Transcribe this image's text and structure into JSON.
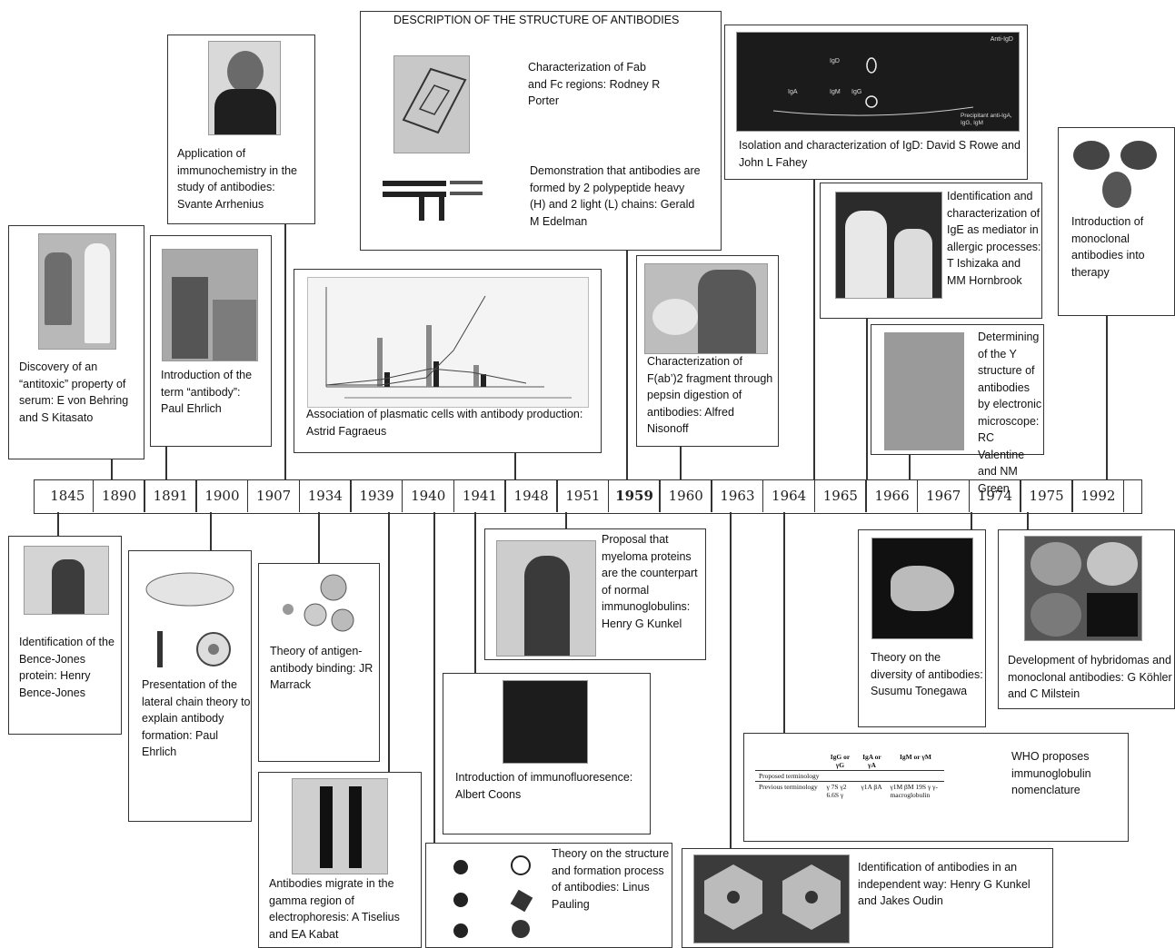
{
  "years": [
    "1845",
    "1890",
    "1891",
    "1900",
    "1907",
    "1934",
    "1939",
    "1940",
    "1941",
    "1948",
    "1951",
    "1959",
    "1960",
    "1963",
    "1964",
    "1965",
    "1966",
    "1967",
    "1974",
    "1975",
    "1992"
  ],
  "highlight_year": "1959",
  "events": {
    "e1845": "Identification of the Bence-Jones protein: Henry Bence-Jones",
    "e1890": "Discovery of an “antitoxic” property of serum: E von Behring and S Kitasato",
    "e1891": "Introduction of the term “antibody”: Paul Ehrlich",
    "e1900": "Presentation of the lateral chain theory to explain antibody formation: Paul Ehrlich",
    "e1907": "Application of immunochemistry in the study of antibodies: Svante Arrhenius",
    "e1934": "Theory of antigen-antibody binding: JR Marrack",
    "e1939": "Antibodies migrate in the gamma region of electrophoresis: A Tiselius and EA Kabat",
    "e1940": "Theory on the structure and formation process of antibodies: Linus Pauling",
    "e1941": "Introduction of immunofluoresence: Albert Coons",
    "e1948": "Association of plasmatic cells with antibody production: Astrid Fagraeus",
    "e1951": "Proposal that myeloma proteins are the counterpart of normal immunoglobulins: Henry G Kunkel",
    "e1959_heading": "DESCRIPTION OF THE STRUCTURE OF ANTIBODIES",
    "e1959a": "Characterization of Fab and Fc regions: Rodney R Porter",
    "e1959b": "Demonstration that antibodies are formed by 2 polypeptide heavy (H) and 2 light (L) chains: Gerald M Edelman",
    "e1960": "Characterization of F(ab’)2 fragment through pepsin digestion of antibodies: Alfred Nisonoff",
    "e1963": "Identification of antibodies in an independent way: Henry G Kunkel and Jakes Oudin",
    "e1964": "WHO proposes immunoglobulin nomenclature",
    "e1965": "Isolation and characterization of IgD: David S Rowe and John L Fahey",
    "e1966a": "Identification and characterization of IgE as mediator in allergic processes: T Ishizaka and MM Hornbrook",
    "e1966b": "Determining of the Y structure of antibodies by electronic microscope: RC Valentine and NM Green",
    "e1974": "Theory on the diversity of antibodies: Susumu Tonegawa",
    "e1975": "Development of hybridomas and monoclonal antibodies: G Köhler and C Milstein",
    "e1992": "Introduction of monoclonal antibodies into therapy"
  },
  "who_table": {
    "h0": "",
    "h1": "IgG or γG",
    "h2": "IgA or γA",
    "h3": "IgM or γM",
    "r1c0": "Proposed terminology",
    "r2c0": "Previous terminology",
    "r2c1": "γ 7S γ2 6.6S γ",
    "r2c2": "γ1A βA",
    "r2c3": "γ1M βM 19S γ γ-macroglobulin"
  },
  "ige_image_labels": {
    "anti": "Anti-IgD",
    "iga": "IgA",
    "igd": "IgD",
    "igm": "IgM",
    "igg": "IgG",
    "bottom": "Precipitant anti-IgA, IgG, IgM"
  }
}
